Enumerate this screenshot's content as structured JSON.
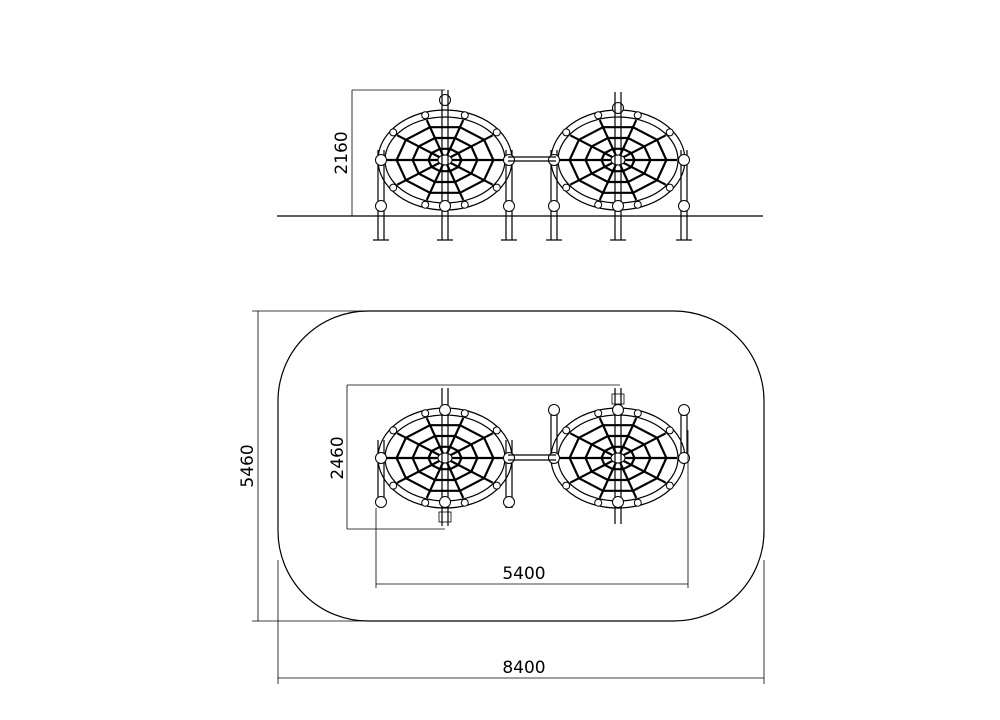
{
  "dimensions": {
    "side_height": "2160",
    "plan_depth": "2460",
    "plan_width": "5400",
    "area_depth": "5460",
    "area_width": "8400"
  },
  "colors": {
    "ink": "#000000",
    "background": "#ffffff"
  }
}
